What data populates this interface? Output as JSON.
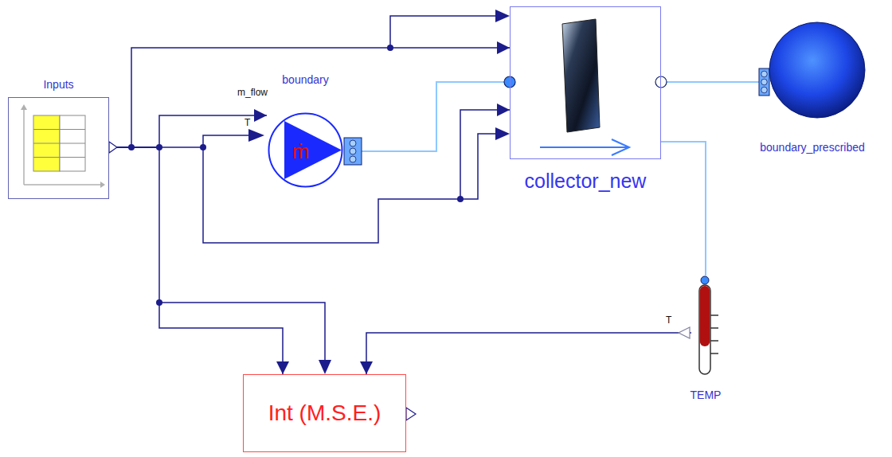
{
  "diagram": {
    "nodes": [
      {
        "text": [
          "Inputs"
        ]
      },
      {
        "text": [
          "boundary",
          "ṁ"
        ]
      },
      {
        "text": [
          "collector_new"
        ]
      },
      {
        "text": [
          "boundary_prescribed"
        ]
      },
      {
        "text": [
          "TEMP"
        ]
      },
      {
        "text": [
          "Int (M.S.E.)"
        ]
      }
    ],
    "edges": [
      {
        "from": 0,
        "to": 2,
        "arrow": "to"
      },
      {
        "from": 0,
        "to": 2,
        "arrow": "to"
      },
      {
        "from": 0,
        "to": 1,
        "arrow": "to"
      },
      {
        "from": 0,
        "to": 5,
        "arrow": "to"
      },
      {
        "from": 1,
        "to": 2,
        "arrow": "none"
      },
      {
        "from": 2,
        "to": 3,
        "arrow": "none"
      },
      {
        "from": 2,
        "to": 4,
        "arrow": "none"
      },
      {
        "from": 4,
        "to": 5,
        "arrow": "to"
      }
    ],
    "labels": [
      "m_flow",
      "T",
      "T"
    ]
  }
}
